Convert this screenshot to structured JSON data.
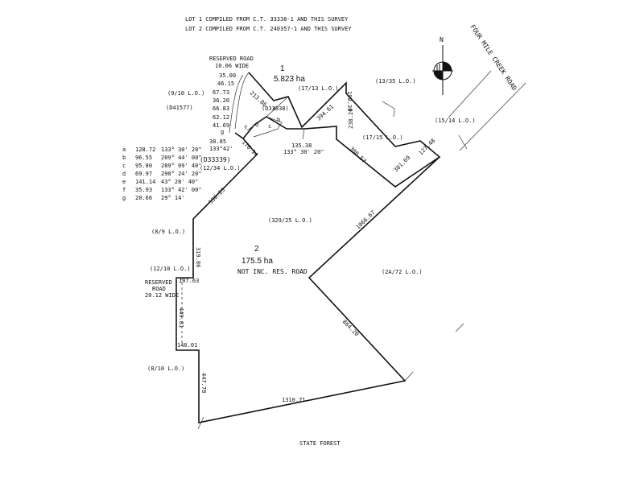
{
  "notes": {
    "line1": "LOT 1 COMPILED FROM C.T. 33338-1 AND THIS SURVEY",
    "line2": "LOT 2 COMPILED FROM C.T. 240357-1 AND THIS SURVEY"
  },
  "road_name": "FOUR MILE CREEK ROAD",
  "north_label": "N",
  "lot1": {
    "number": "1",
    "area": "5.823 ha"
  },
  "lot2": {
    "number": "2",
    "area": "175.5 ha",
    "note": "NOT INC. RES. ROAD"
  },
  "reserved_road_top": {
    "line1": "RESERVED ROAD",
    "line2": "10.06 WIDE"
  },
  "reserved_road_left": {
    "line1": "RESERVED",
    "line2": "ROAD",
    "line3": "20.12 WIDE"
  },
  "parcels": {
    "p9_10_top": "(9/10 L.O.)",
    "d41577": "(D41577)",
    "p17_13": "(17/13 L.O.)",
    "p13_35": "(13/35 L.O.)",
    "p15_14": "(15/14 L.O.)",
    "p17_15": "(17/15 L.O.)",
    "d33338": "(D33338)",
    "d33339": "(D33339)",
    "p12_34": "(12/34 L.O.)",
    "p329_25": "(329/25 L.O.)",
    "p8_9": "(8/9 L.O.)",
    "p12_10": "(12/10 L.O.)",
    "p2a_72": "(2A/72 L.O.)",
    "p8_10": "(8/10 L.O.)",
    "state_forest": "STATE FOREST"
  },
  "road_dims": [
    "35.00",
    "46.15",
    "67.73",
    "36.20",
    "66.83",
    "62.12",
    "41.69",
    "g",
    "30.85",
    "133°42'"
  ],
  "chord_table": [
    {
      "label": "a",
      "length": "128.72",
      "bearing": "133° 30' 20\""
    },
    {
      "label": "b",
      "length": "96.55",
      "bearing": "209° 44' 00\""
    },
    {
      "label": "c",
      "length": "95.80",
      "bearing": "289° 09' 40\""
    },
    {
      "label": "d",
      "length": "69.97",
      "bearing": "290° 24' 20\""
    },
    {
      "label": "e",
      "length": "141.14",
      "bearing": "43° 28' 40\""
    },
    {
      "label": "f",
      "length": "35.93",
      "bearing": "133° 42' 00\""
    },
    {
      "label": "g",
      "length": "20.66",
      "bearing": "29° 14'"
    }
  ],
  "segment_labels": {
    "a": "a",
    "b": "b",
    "c": "c",
    "d": "d",
    "e": "e",
    "f": "f",
    "d213_86": "213.86",
    "d394_61": "394.61",
    "d190_39": "190.39",
    "d238_20": "238.20",
    "d300_57": "300.57",
    "d301_69": "301.69",
    "d127_48": "127.48",
    "d1066_67": "1066.67",
    "d135_38": "135.38",
    "brg135": "133° 30' 20\"",
    "d176_14": "176.14",
    "d556_23": "556.23",
    "d319_86": "319.86",
    "d107_63": "107.63",
    "d449_81": "449.81",
    "d140_01": "140.01",
    "d447_78": "447.78",
    "d1310_71": "1310.71",
    "d864_20": "864.20"
  }
}
